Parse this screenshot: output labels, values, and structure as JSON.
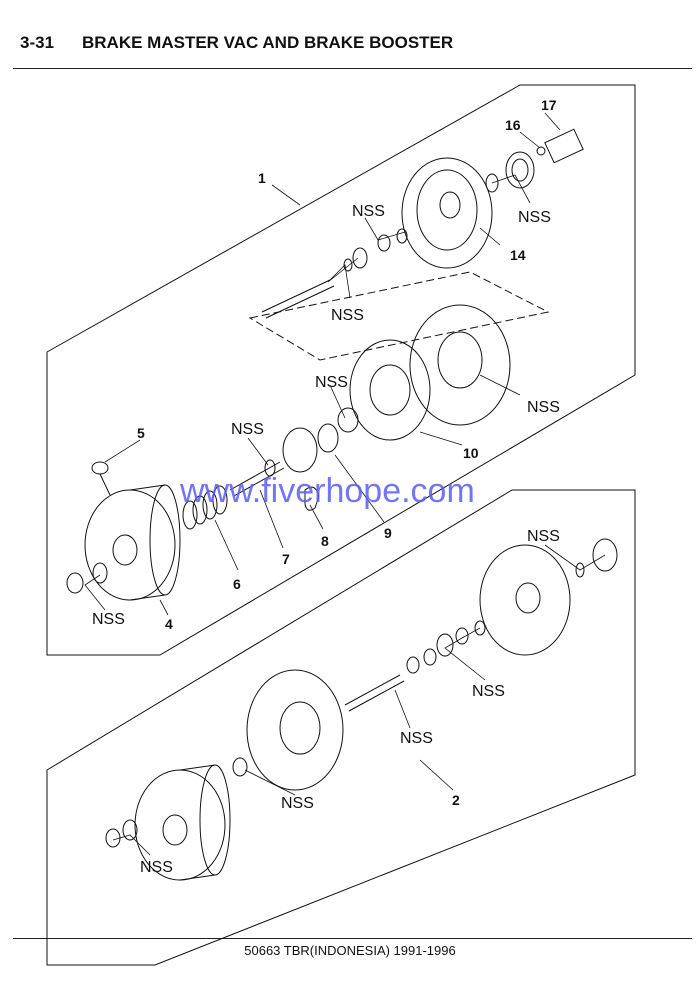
{
  "header": {
    "section": "3-31",
    "title": "BRAKE MASTER VAC AND BRAKE BOOSTER"
  },
  "footer": {
    "text": "50663 TBR(INDONESIA) 1991-1996"
  },
  "watermark": "www.fiverhope.com",
  "callouts": {
    "c1": "1",
    "c2": "2",
    "c4": "4",
    "c5": "5",
    "c6": "6",
    "c7": "7",
    "c8": "8",
    "c9": "9",
    "c10": "10",
    "c14": "14",
    "c16": "16",
    "c17": "17"
  },
  "nss": "NSS"
}
